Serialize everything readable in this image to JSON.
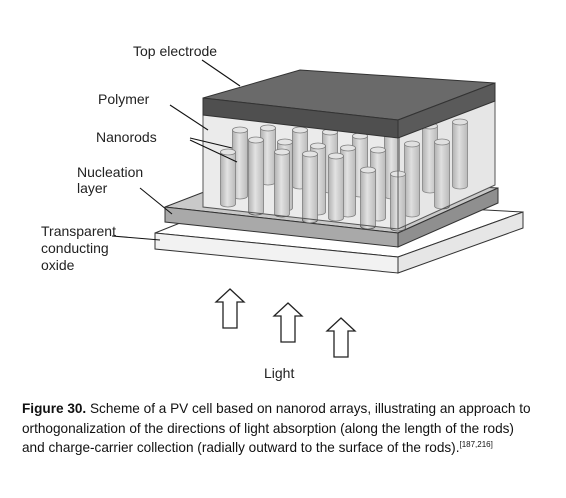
{
  "labels": {
    "top_electrode": "Top electrode",
    "polymer": "Polymer",
    "nanorods": "Nanorods",
    "nucleation_line1": "Nucleation",
    "nucleation_line2": "layer",
    "tco_line1": "Transparent",
    "tco_line2": "conducting",
    "tco_line3": "oxide",
    "light": "Light"
  },
  "caption": {
    "figure_label": "Figure 30.",
    "text": " Scheme of a PV cell based on nanorod arrays, illustrating an approach to orthogonalization of the directions of light absorption (along the length of the rods) and charge-carrier collection (radially outward to the surface of the rods).",
    "refs": "[187,216]"
  },
  "colors": {
    "electrode": "#5f5f5f",
    "polymer": "#e4e4e4",
    "rods": "#c8c8c8",
    "nucleation": "#b4b4b4",
    "tco": "#ffffff"
  }
}
